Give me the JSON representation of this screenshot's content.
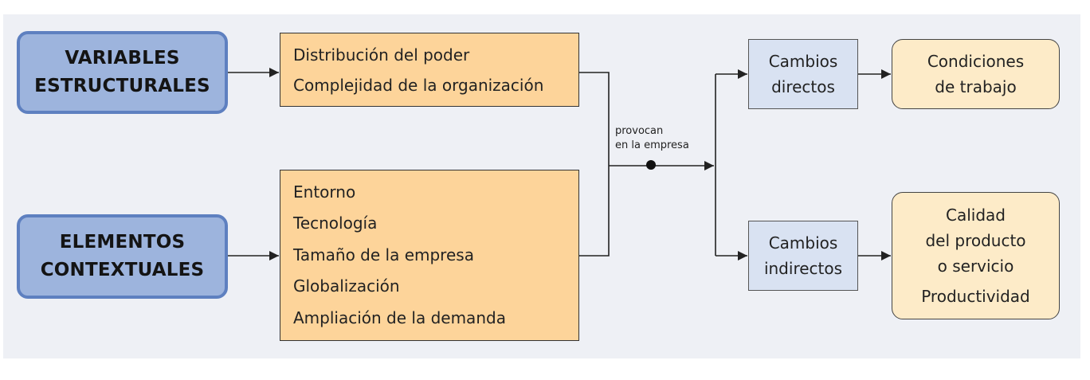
{
  "inputs": {
    "variables": [
      "VARIABLES",
      "ESTRUCTURALES"
    ],
    "elementos": [
      "ELEMENTOS",
      "CONTEXTUALES"
    ]
  },
  "factors": {
    "estructurales": [
      "Distribución del poder",
      "Complejidad de la organización"
    ],
    "contextuales": [
      "Entorno",
      "Tecnología",
      "Tamaño de la empresa",
      "Globalización",
      "Ampliación de la demanda"
    ]
  },
  "connector_label": [
    "provocan",
    "en la empresa"
  ],
  "changes": {
    "directos": [
      "Cambios",
      "directos"
    ],
    "indirectos": [
      "Cambios",
      "indirectos"
    ]
  },
  "outcomes": {
    "trabajo": [
      "Condiciones",
      "de trabajo"
    ],
    "producto": [
      "Calidad",
      "del producto",
      "o servicio",
      "Productividad"
    ]
  }
}
